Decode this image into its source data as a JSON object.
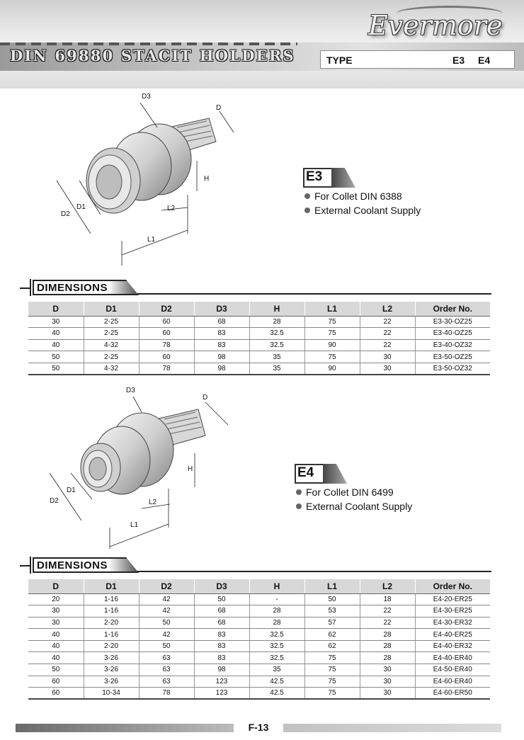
{
  "header": {
    "series_title": "DIN 69880  STACIT  HOLDERS",
    "brand": "Evermore",
    "type_label": "TYPE",
    "type_values": [
      "E3",
      "E4"
    ]
  },
  "e3": {
    "model": "E3",
    "features": [
      "For Collet DIN 6388",
      "External Coolant Supply"
    ],
    "drawing_labels": [
      "D3",
      "D",
      "H",
      "D2",
      "D1",
      "L2",
      "L1"
    ],
    "section_title": "DIMENSIONS",
    "columns": [
      "D",
      "D1",
      "D2",
      "D3",
      "H",
      "L1",
      "L2",
      "Order No."
    ],
    "rows": [
      [
        "30",
        "2-25",
        "60",
        "68",
        "28",
        "75",
        "22",
        "E3-30-OZ25"
      ],
      [
        "40",
        "2-25",
        "60",
        "83",
        "32.5",
        "75",
        "22",
        "E3-40-OZ25"
      ],
      [
        "40",
        "4-32",
        "78",
        "83",
        "32.5",
        "90",
        "22",
        "E3-40-OZ32"
      ],
      [
        "50",
        "2-25",
        "60",
        "98",
        "35",
        "75",
        "30",
        "E3-50-OZ25"
      ],
      [
        "50",
        "4-32",
        "78",
        "98",
        "35",
        "90",
        "30",
        "E3-50-OZ32"
      ]
    ]
  },
  "e4": {
    "model": "E4",
    "features": [
      "For Collet DIN 6499",
      "External Coolant Supply"
    ],
    "drawing_labels": [
      "D3",
      "D",
      "H",
      "D2",
      "D1",
      "L2",
      "L1"
    ],
    "section_title": "DIMENSIONS",
    "columns": [
      "D",
      "D1",
      "D2",
      "D3",
      "H",
      "L1",
      "L2",
      "Order No."
    ],
    "rows": [
      [
        "20",
        "1-16",
        "42",
        "50",
        "-",
        "50",
        "18",
        "E4-20-ER25"
      ],
      [
        "30",
        "1-16",
        "42",
        "68",
        "28",
        "53",
        "22",
        "E4-30-ER25"
      ],
      [
        "30",
        "2-20",
        "50",
        "68",
        "28",
        "57",
        "22",
        "E4-30-ER32"
      ],
      [
        "40",
        "1-16",
        "42",
        "83",
        "32.5",
        "62",
        "28",
        "E4-40-ER25"
      ],
      [
        "40",
        "2-20",
        "50",
        "83",
        "32.5",
        "62",
        "28",
        "E4-40-ER32"
      ],
      [
        "40",
        "3-26",
        "63",
        "83",
        "32.5",
        "75",
        "28",
        "E4-40-ER40"
      ],
      [
        "50",
        "3-26",
        "63",
        "98",
        "35",
        "75",
        "30",
        "E4-50-ER40"
      ],
      [
        "60",
        "3-26",
        "63",
        "123",
        "42.5",
        "75",
        "30",
        "E4-60-ER40"
      ],
      [
        "60",
        "10-34",
        "78",
        "123",
        "42.5",
        "75",
        "30",
        "E4-60-ER50"
      ]
    ]
  },
  "footer": {
    "page": "F-13"
  }
}
